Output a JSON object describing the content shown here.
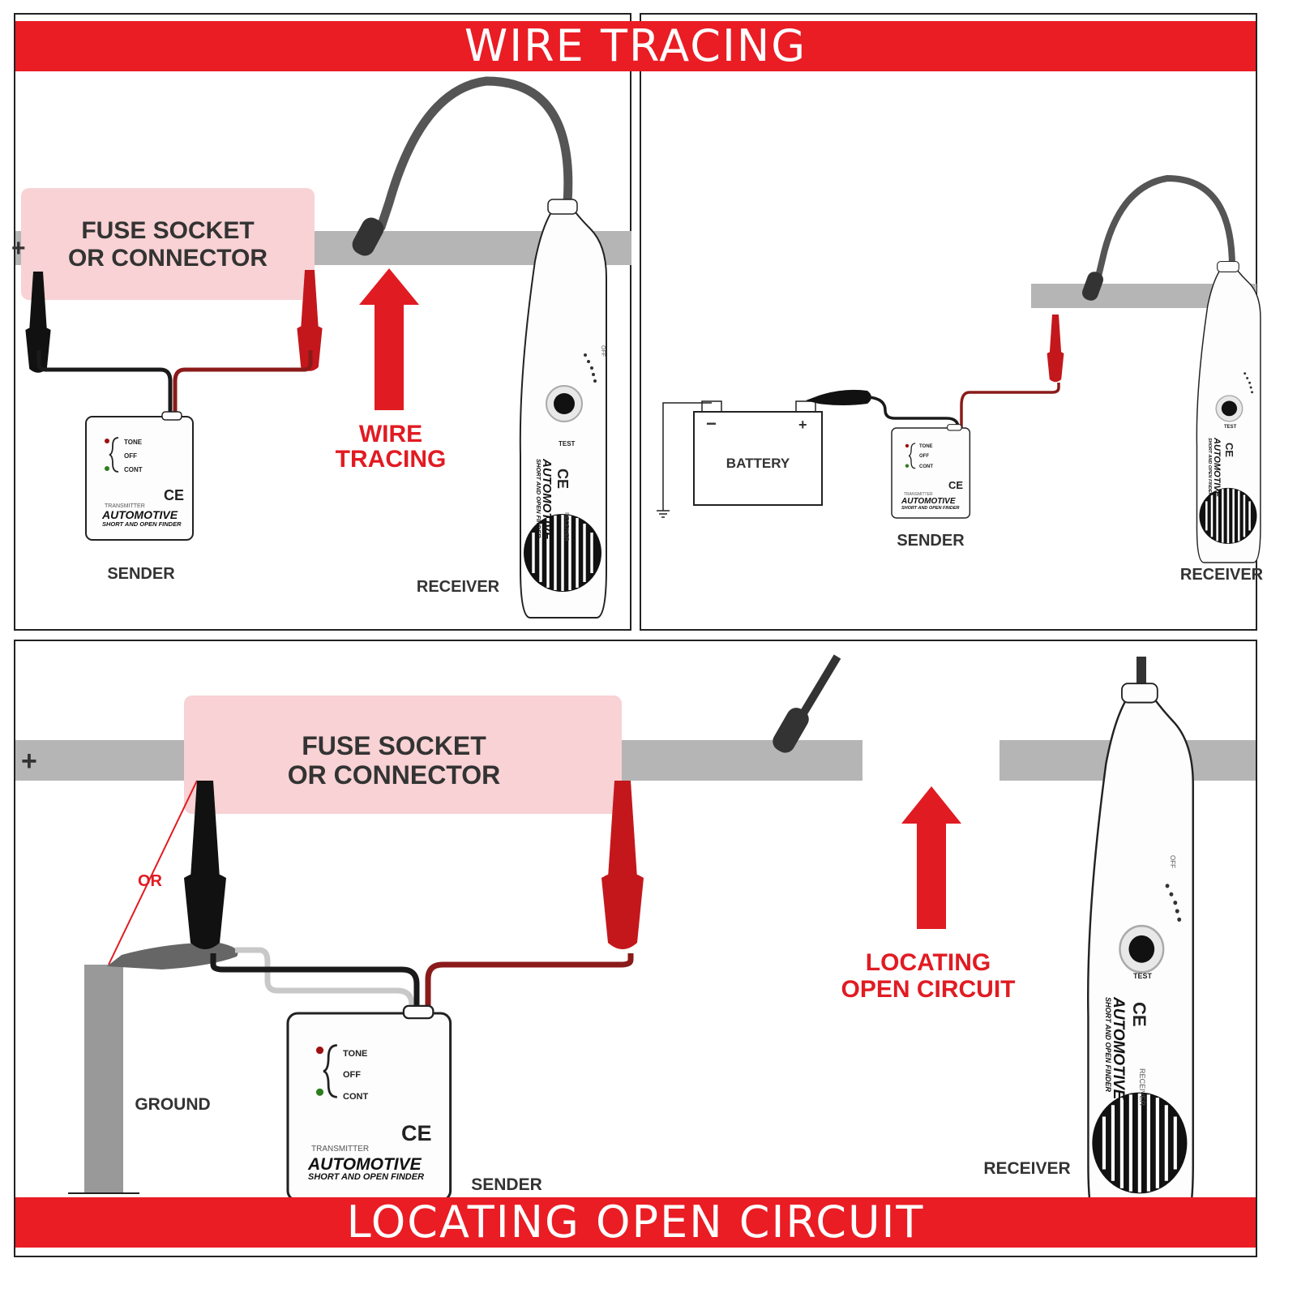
{
  "banners": {
    "top": "WIRE TRACING",
    "bottom": "LOCATING OPEN CIRCUIT"
  },
  "panel_left": {
    "fuse_box": [
      "FUSE SOCKET",
      "OR CONNECTOR"
    ],
    "plus": "+",
    "arrow_label": [
      "WIRE",
      "TRACING"
    ],
    "sender_label": "SENDER",
    "receiver_label": "RECEIVER"
  },
  "panel_right": {
    "battery_label": "BATTERY",
    "battery_neg": "−",
    "battery_pos": "+",
    "sender_label": "SENDER",
    "receiver_label": "RECEIVER"
  },
  "panel_bottom": {
    "plus": "+",
    "fuse_box": [
      "FUSE SOCKET",
      "OR CONNECTOR"
    ],
    "or_label": "OR",
    "ground_label": "GROUND",
    "sender_label": "SENDER",
    "arrow_label": [
      "LOCATING",
      "OPEN CIRCUIT"
    ],
    "receiver_label": "RECEIVER"
  },
  "sender_device": {
    "modes": [
      "TONE",
      "OFF",
      "CONT"
    ],
    "ce": "CE",
    "tag": "TRANSMITTER",
    "brand": "AUTOMOTIVE",
    "sub": "SHORT AND OPEN FINDER"
  },
  "receiver_device": {
    "ce": "CE",
    "brand": "AUTOMOTIVE",
    "sub": "SHORT AND OPEN FINDER",
    "tag": "RECEIVER",
    "test": "TEST",
    "off": "OFF"
  },
  "colors": {
    "accent_red": "#ea1c24",
    "fuse_pink": "#f8d2d4",
    "wire_gray": "#b5b5b5",
    "ground_gray": "#999999",
    "clip_black": "#111111",
    "clip_red": "#c4171c"
  }
}
